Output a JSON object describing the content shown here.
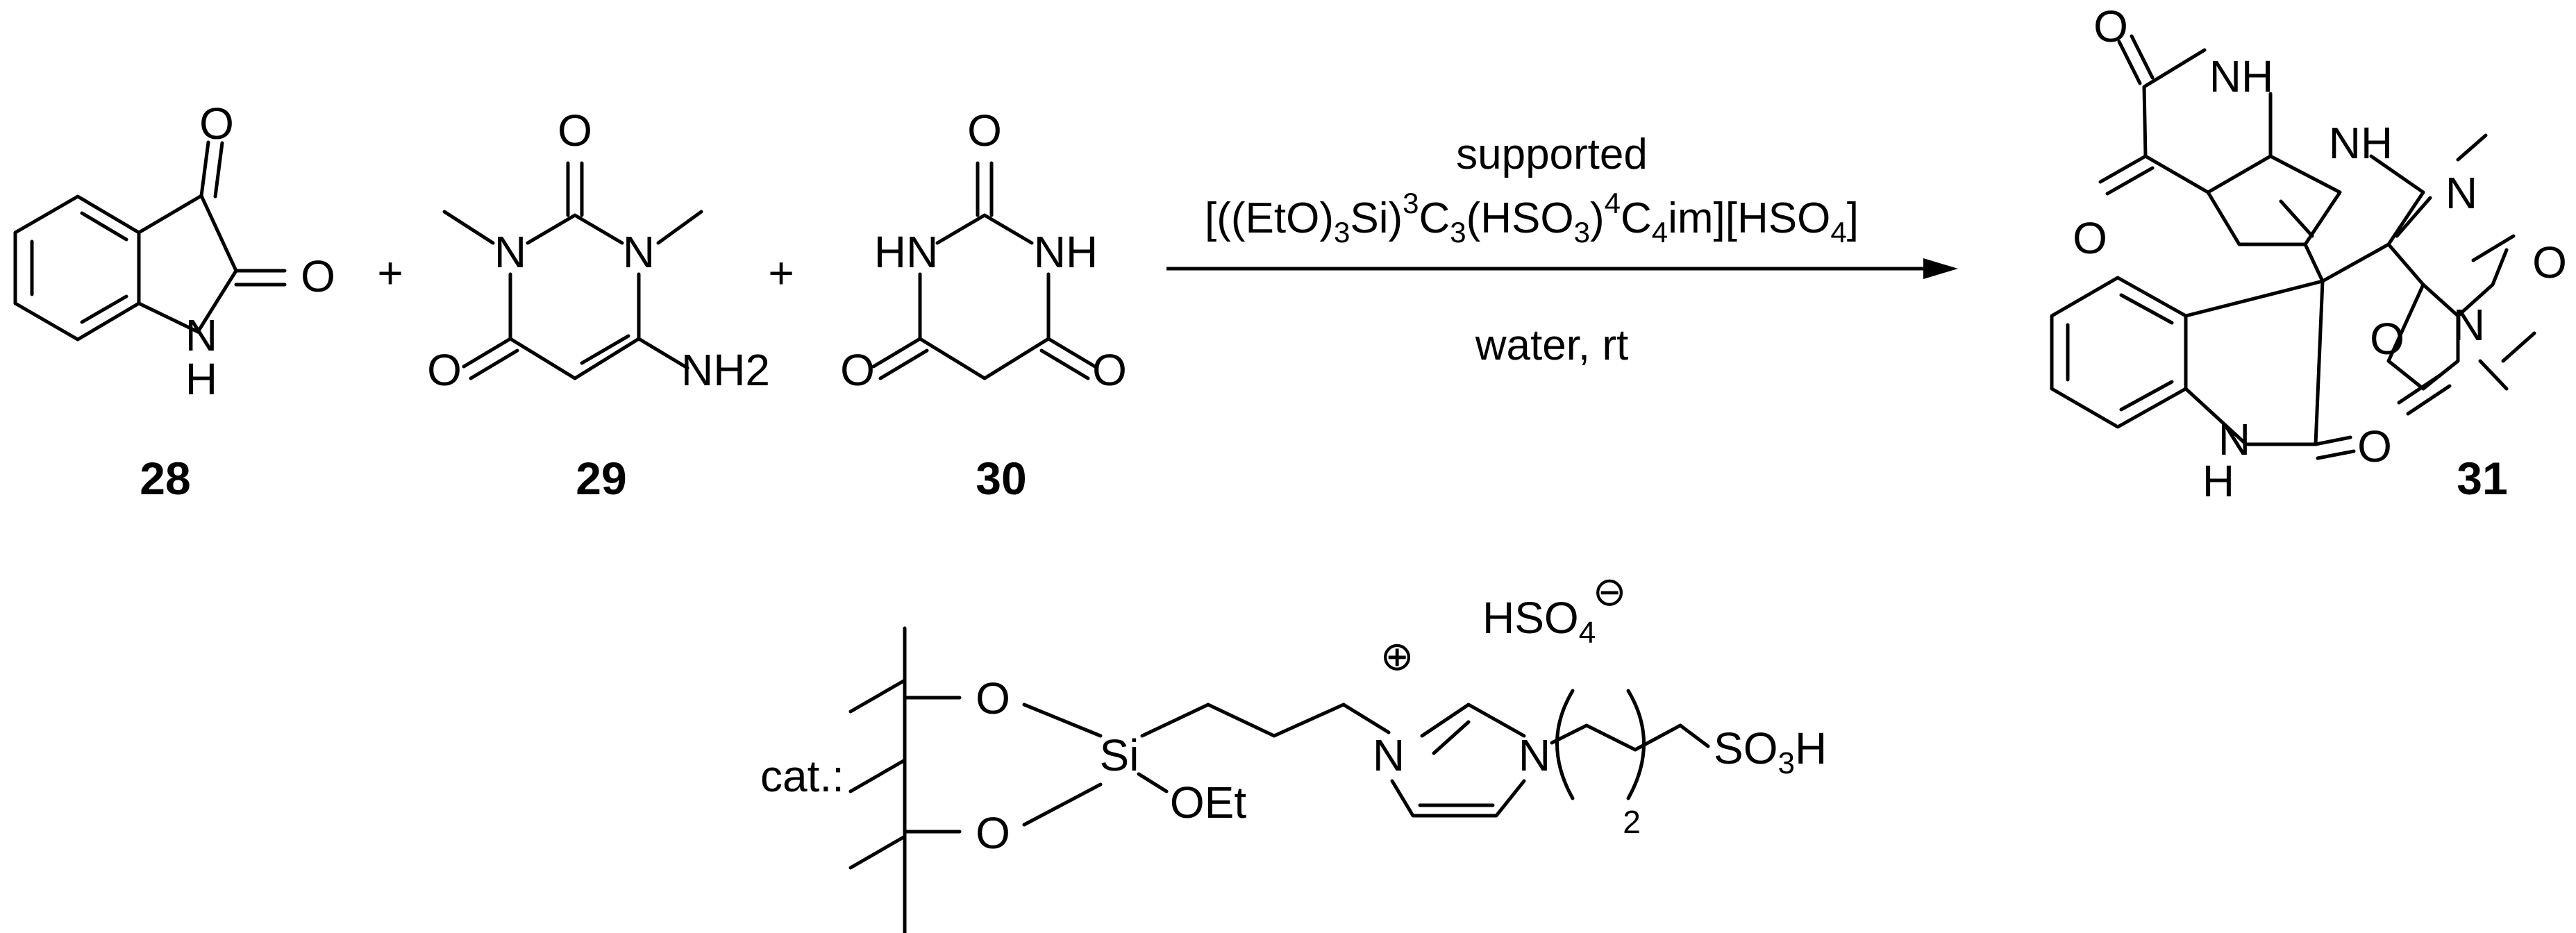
{
  "figure": "reaction scheme",
  "compounds": [
    {
      "id": "28",
      "atoms": [
        "O",
        "O",
        "N",
        "H"
      ]
    },
    {
      "id": "29",
      "atoms": [
        "O",
        "N",
        "N",
        "O",
        "NH2"
      ]
    },
    {
      "id": "30",
      "atoms": [
        "O",
        "HN",
        "NH",
        "O",
        "O"
      ]
    },
    {
      "id": "31",
      "atoms": [
        "O",
        "NH",
        "NH",
        "N",
        "O",
        "O",
        "N",
        "O",
        "N",
        "H",
        "O"
      ]
    }
  ],
  "operators": {
    "plus1": "+",
    "plus2": "+"
  },
  "conditions": {
    "line1": "supported",
    "line2": "[((EtO)3Si)3C3(HSO3)4C4im][HSO4]",
    "line3": "water, rt"
  },
  "catalyst": {
    "prefix": "cat.:",
    "anion": "HSO4",
    "anion_charge": "⊖",
    "cation_charge": "⊕",
    "labels": [
      "O",
      "O",
      "Si",
      "OEt",
      "N",
      "N",
      "SO3H",
      "2"
    ]
  },
  "colors": {
    "ink": "#000000",
    "background": "#ffffff"
  }
}
